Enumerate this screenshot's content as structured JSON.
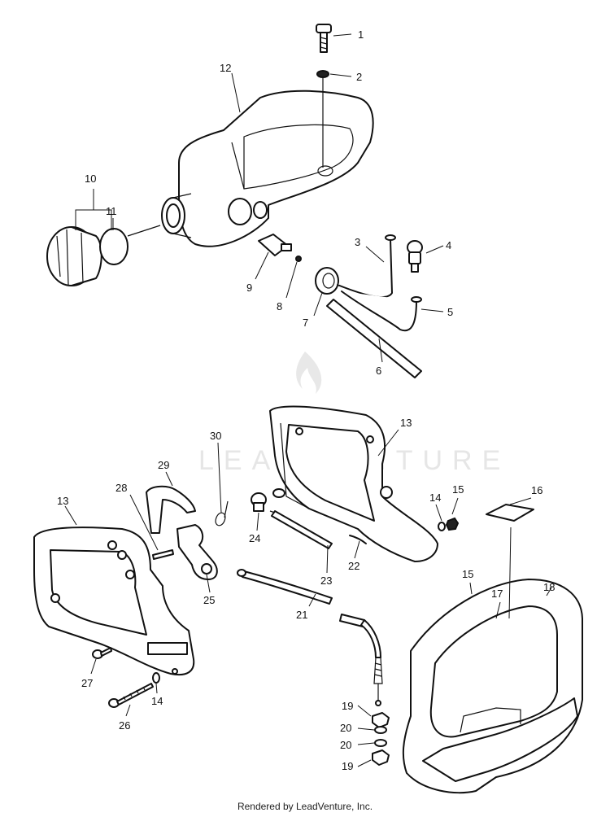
{
  "diagram": {
    "callouts": [
      {
        "id": "c1",
        "text": "1"
      },
      {
        "id": "c2",
        "text": "2"
      },
      {
        "id": "c3",
        "text": "3"
      },
      {
        "id": "c4",
        "text": "4"
      },
      {
        "id": "c5",
        "text": "5"
      },
      {
        "id": "c6",
        "text": "6"
      },
      {
        "id": "c7",
        "text": "7"
      },
      {
        "id": "c8",
        "text": "8"
      },
      {
        "id": "c9",
        "text": "9"
      },
      {
        "id": "c10",
        "text": "10"
      },
      {
        "id": "c11",
        "text": "11"
      },
      {
        "id": "c12",
        "text": "12"
      },
      {
        "id": "c13a",
        "text": "13"
      },
      {
        "id": "c13b",
        "text": "13"
      },
      {
        "id": "c14a",
        "text": "14"
      },
      {
        "id": "c14b",
        "text": "14"
      },
      {
        "id": "c15a",
        "text": "15"
      },
      {
        "id": "c15b",
        "text": "15"
      },
      {
        "id": "c16",
        "text": "16"
      },
      {
        "id": "c17",
        "text": "17"
      },
      {
        "id": "c18",
        "text": "18"
      },
      {
        "id": "c19a",
        "text": "19"
      },
      {
        "id": "c19b",
        "text": "19"
      },
      {
        "id": "c20a",
        "text": "20"
      },
      {
        "id": "c20b",
        "text": "20"
      },
      {
        "id": "c21",
        "text": "21"
      },
      {
        "id": "c22",
        "text": "22"
      },
      {
        "id": "c23",
        "text": "23"
      },
      {
        "id": "c24",
        "text": "24"
      },
      {
        "id": "c25",
        "text": "25"
      },
      {
        "id": "c26",
        "text": "26"
      },
      {
        "id": "c27",
        "text": "27"
      },
      {
        "id": "c28",
        "text": "28"
      },
      {
        "id": "c29",
        "text": "29"
      },
      {
        "id": "c30",
        "text": "30"
      }
    ],
    "watermark": "LEADVENTURE",
    "footer": "Rendered by LeadVenture, Inc."
  }
}
